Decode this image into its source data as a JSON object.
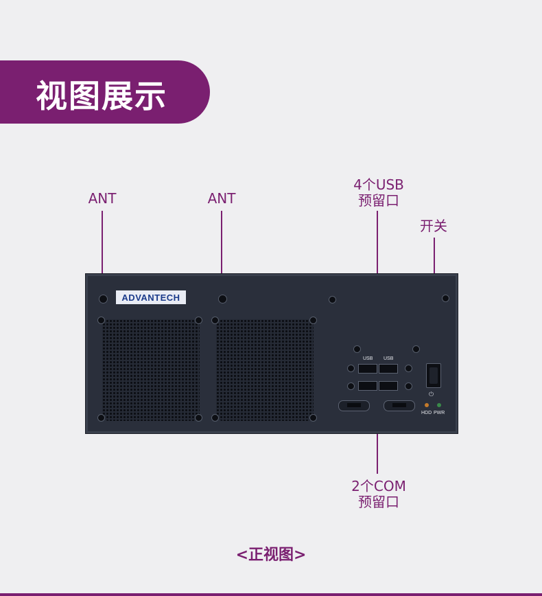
{
  "header": {
    "title": "视图展示"
  },
  "callouts": {
    "ant_left": "ANT",
    "ant_right": "ANT",
    "usb_line1": "4个USB",
    "usb_line2": "预留口",
    "switch": "开关",
    "com_line1": "2个COM",
    "com_line2": "预留口"
  },
  "device": {
    "brand": "ADVANTECH",
    "usb_port_labels": [
      "USB",
      "USB"
    ],
    "led_labels": [
      "HDD",
      "PWR"
    ]
  },
  "caption": "<正视图>",
  "colors": {
    "accent": "#7a1f70",
    "background": "#efeff1",
    "chassis": "#2a2f3b",
    "brand_blue": "#1a3a8a"
  }
}
